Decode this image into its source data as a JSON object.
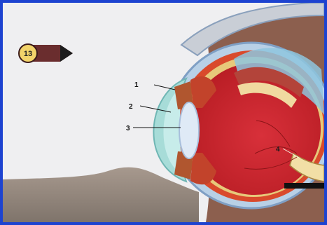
{
  "figure": {
    "badge_number": "13",
    "labels": [
      {
        "id": "1",
        "text": "1"
      },
      {
        "id": "2",
        "text": "2"
      },
      {
        "id": "3",
        "text": "3"
      },
      {
        "id": "4",
        "text": "4"
      }
    ]
  },
  "colors": {
    "frame_border": "#1d43d0",
    "paper": "#efeff1",
    "sclera": "#b8d0e6",
    "choroid": "#d94a2c",
    "vitreous": "#d8272a",
    "cornea": "#a7dcd8",
    "lens": "#dfeaf6",
    "skin": "#9c8f86",
    "badge_fill": "#f2d36a",
    "badge_shell": "#6a2d2e"
  },
  "icons": {
    "badge": "pencil-badge-icon"
  }
}
